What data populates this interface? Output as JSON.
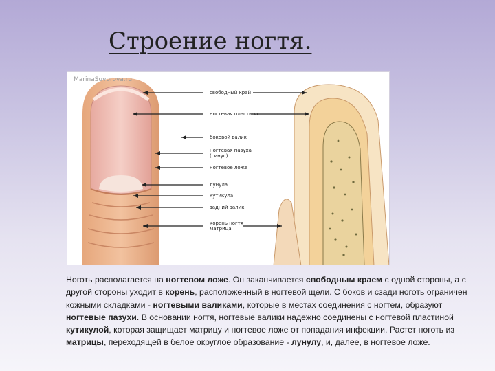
{
  "title": "Строение ногтя.",
  "figure": {
    "watermark": "MarinaSuvorova.ru",
    "labels": [
      "свободный край",
      "ногтевая пластина",
      "боковой валик",
      "ногтевая пазуха\n(синус)",
      "ногтевое ложе",
      "лунула",
      "кутикула",
      "задний валик",
      "корень ногтя\nматрица"
    ]
  },
  "description": {
    "s1": "Ноготь располагается на ",
    "b1": "ногтевом ложе",
    "s2": ". Он заканчивается ",
    "b2": "свободным краем",
    "s3": " с одной стороны, а с другой стороны уходит в ",
    "b3": "корень",
    "s4": ", расположенный в ногтевой щели. С боков и сзади ноготь ограничен кожными складками - ",
    "b4": "ногтевыми валиками",
    "s5": ", которые в местах соединения с ногтем, образуют ",
    "b5": "ногтевые пазухи",
    "s6": ". В основании ногтя, ногтевые валики надежно соединены с ногтевой пластиной ",
    "b6": "кутикулой",
    "s7": ", которая защищает матрицу и ногтевое ложе от попадания инфекции. Растет ноготь из ",
    "b7": "матрицы",
    "s8": ", переходящей в белое округлое образование - ",
    "b8": "лунулу",
    "s9": ", и, далее, в ногтевое ложе."
  }
}
